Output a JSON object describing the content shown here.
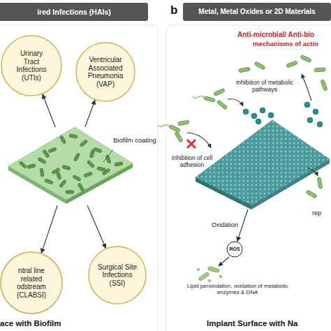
{
  "diagram": {
    "nodes": [
      {
        "text": [
          "ired Infections (HAIs)"
        ]
      },
      {
        "text": [
          "Urinary Tract Infections (UTIs)"
        ]
      },
      {
        "text": [
          "Ventricular Associated Pneumonia (VAP)"
        ]
      },
      {
        "text": [
          "Biofilm coating",
          "ace with Biofilm"
        ]
      },
      {
        "text": [
          "ntral line related odstream (CLABSI)"
        ]
      },
      {
        "text": [
          "Surgical Site Infections (SSI)"
        ]
      },
      {
        "text": [
          "Metal, Metal Oxides or 2D Materials"
        ]
      },
      {
        "text": [
          "Implant Surface with Na"
        ]
      },
      {
        "text": [
          "ROS"
        ]
      }
    ],
    "edges": [
      {
        "from": 3,
        "to": 1,
        "arrow": "to"
      },
      {
        "from": 3,
        "to": 2,
        "arrow": "to"
      },
      {
        "from": 3,
        "to": 4,
        "arrow": "to"
      },
      {
        "from": 3,
        "to": 5,
        "arrow": "to"
      },
      {
        "from": 7,
        "to": 8,
        "label": "Oxidation",
        "arrow": "to"
      }
    ],
    "labels": [
      "b",
      "Anti-microbial/ Anti-bio",
      "mechanisms of actio",
      "Inhibition of metabolic pathways",
      "Inhibition of cell adhesion",
      "Lipid peroxidation, oxidation of metabolic enzymes & DNA",
      "rep"
    ]
  }
}
